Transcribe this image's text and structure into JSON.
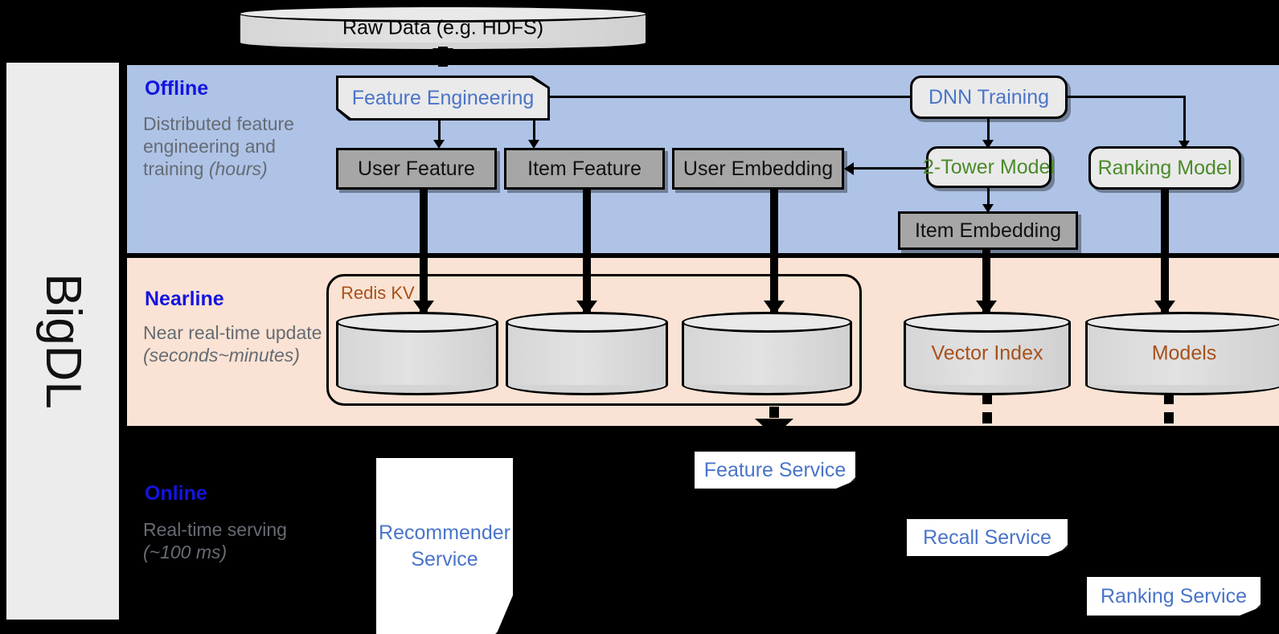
{
  "sidebar": {
    "brand": "BigDL"
  },
  "source": {
    "label": "Raw Data (e.g. HDFS)"
  },
  "bands": [
    {
      "id": "offline",
      "title": "Offline",
      "desc_main": "Distributed feature engineering and training ",
      "desc_italic": "(hours)",
      "bg": "#aec3e6",
      "title_color": "#1414e0"
    },
    {
      "id": "nearline",
      "title": "Nearline",
      "desc_main": "Near real-time update ",
      "desc_italic": "(seconds~minutes)",
      "bg": "#fae3d4",
      "title_color": "#1414e0"
    },
    {
      "id": "online",
      "title": "Online",
      "desc_main": "Real-time serving ",
      "desc_italic": "(~100 ms)",
      "bg": "#000000",
      "title_color": "#1414e0"
    }
  ],
  "offline": {
    "feature_engineering": "Feature Engineering",
    "dnn_training": "DNN Training",
    "user_feature": "User Feature",
    "item_feature": "Item Feature",
    "user_embedding": "User Embedding",
    "two_tower_model": "2-Tower Model",
    "ranking_model": "Ranking Model",
    "item_embedding": "Item Embedding"
  },
  "nearline": {
    "redis_group": "Redis KV",
    "stores": [
      "",
      "",
      ""
    ],
    "vector_index": "Vector Index",
    "models": "Models"
  },
  "online": {
    "recommender_service": "Recommender Service",
    "feature_service": "Feature Service",
    "recall_service": "Recall Service",
    "ranking_service": "Ranking Service"
  },
  "colors": {
    "offline_bg": "#aec3e6",
    "nearline_bg": "#fae3d4",
    "online_bg": "#000000",
    "band_title": "#1414e0",
    "band_desc": "#666b73",
    "green_text": "#4a8b29",
    "blue_text": "#4a74c9",
    "brown_text": "#a8501a",
    "gray_box": "#a6a6a6",
    "light_box": "#eaeaea",
    "rail_bg": "#ececec"
  }
}
